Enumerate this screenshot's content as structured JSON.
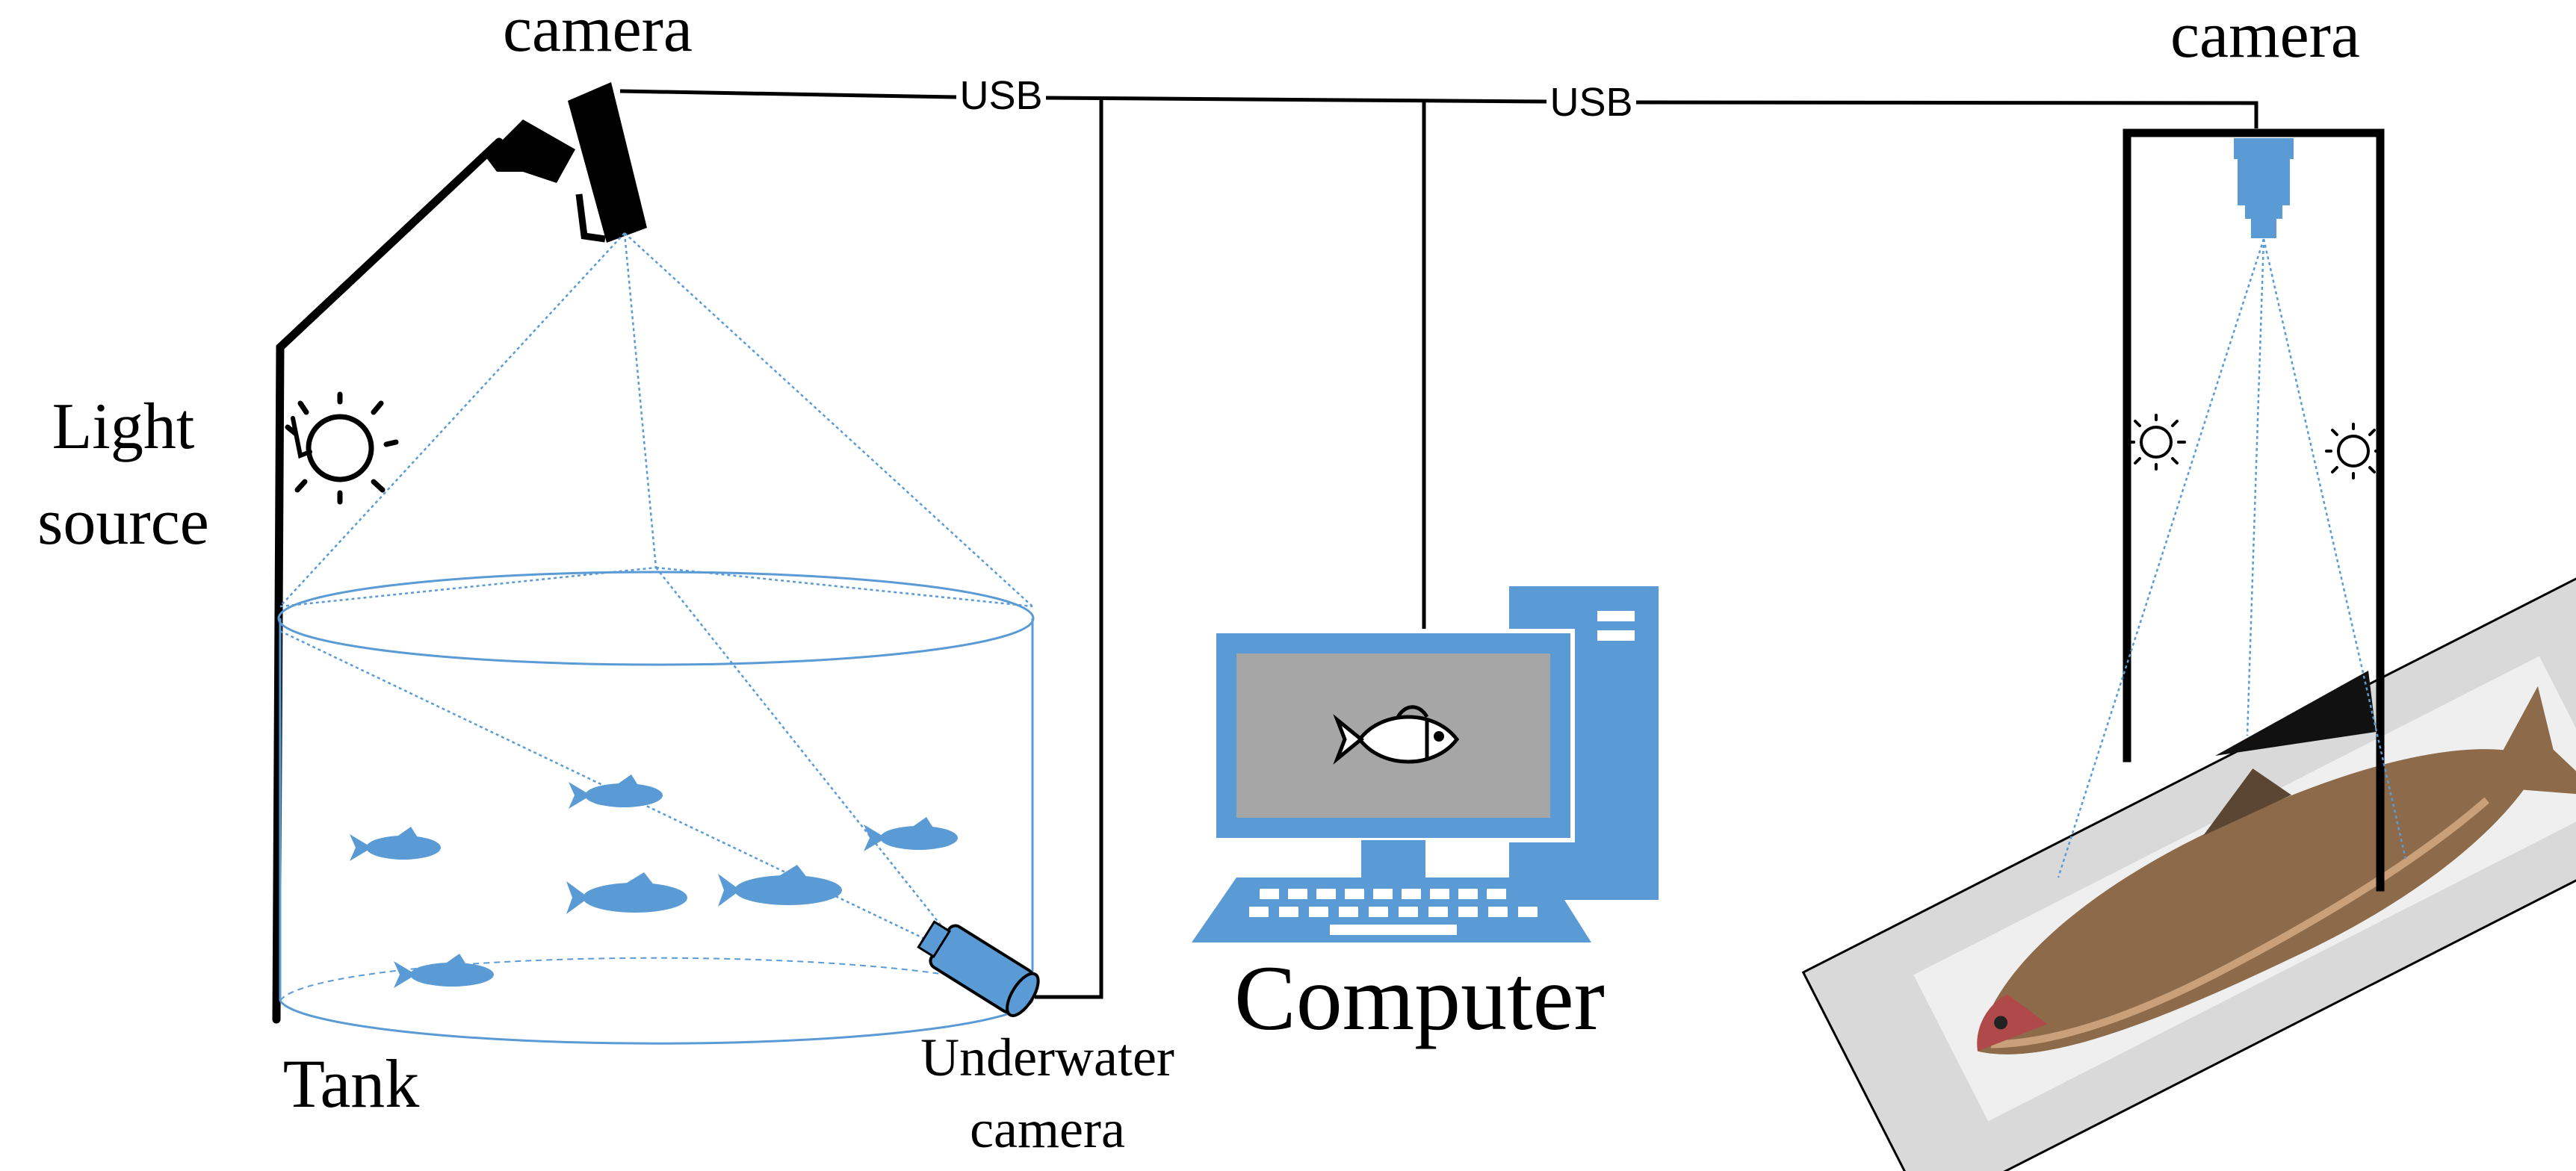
{
  "labels": {
    "camera_top": "camera",
    "camera_right": "camera",
    "usb_left": "USB",
    "usb_right": "USB",
    "light_source_line1": "Light",
    "light_source_line2": "source",
    "tank": "Tank",
    "computer": "Computer",
    "underwater_camera_line1": "Underwater",
    "underwater_camera_line2": "camera"
  },
  "colors": {
    "line": "#000000",
    "accent_blue": "#5b9bd5",
    "screen_gray": "#a6a6a6",
    "plate_gray": "#d9d9d9",
    "fish_brown": "#8c6a4a"
  }
}
